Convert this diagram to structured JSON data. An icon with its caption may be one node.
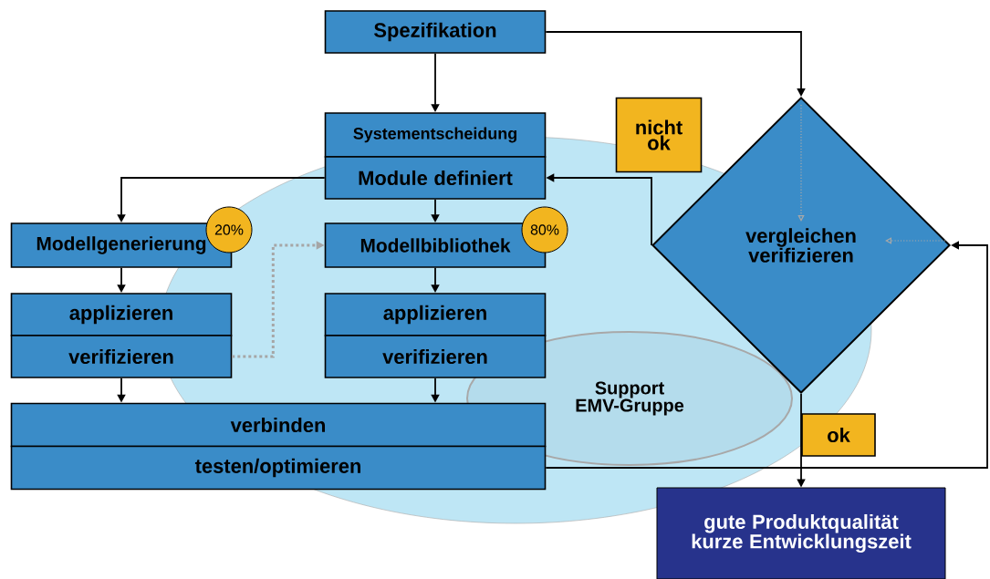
{
  "diagram": {
    "nodes": [
      {
        "text": [
          "Spezifikation"
        ]
      },
      {
        "text": [
          "Systementscheidung"
        ]
      },
      {
        "text": [
          "Module definiert"
        ]
      },
      {
        "text": [
          "Modellgenerierung"
        ]
      },
      {
        "text": [
          "20%"
        ]
      },
      {
        "text": [
          "Modellbibliothek"
        ]
      },
      {
        "text": [
          "80%"
        ]
      },
      {
        "text": [
          "applizieren"
        ]
      },
      {
        "text": [
          "verifizieren"
        ]
      },
      {
        "text": [
          "applizieren"
        ]
      },
      {
        "text": [
          "verifizieren"
        ]
      },
      {
        "text": [
          "verbinden"
        ]
      },
      {
        "text": [
          "testen/optimieren"
        ]
      },
      {
        "text": [
          "nicht ok"
        ]
      },
      {
        "text": [
          "vergleichen verifizieren"
        ]
      },
      {
        "text": [
          "Support EMV-Gruppe"
        ]
      },
      {
        "text": [
          "ok"
        ]
      },
      {
        "text": [
          "gute Produktqualität kurze Entwicklungszeit"
        ]
      }
    ],
    "edges": [
      {
        "from": 0,
        "to": 1,
        "arrow": "to"
      },
      {
        "from": 0,
        "to": 14,
        "arrow": "to"
      },
      {
        "from": 2,
        "to": 3,
        "arrow": "to"
      },
      {
        "from": 2,
        "to": 5,
        "arrow": "to"
      },
      {
        "from": 3,
        "to": 7,
        "arrow": "to"
      },
      {
        "from": 5,
        "to": 9,
        "arrow": "to"
      },
      {
        "from": 8,
        "to": 5,
        "arrow": "to",
        "style": "dashed",
        "color": "#a6a6a6"
      },
      {
        "from": 8,
        "to": 11,
        "arrow": "to"
      },
      {
        "from": 10,
        "to": 11,
        "arrow": "to"
      },
      {
        "from": 14,
        "to": 2,
        "arrow": "to"
      },
      {
        "from": 12,
        "to": 14,
        "arrow": "to"
      },
      {
        "from": 14,
        "to": 17,
        "arrow": "to"
      }
    ]
  }
}
